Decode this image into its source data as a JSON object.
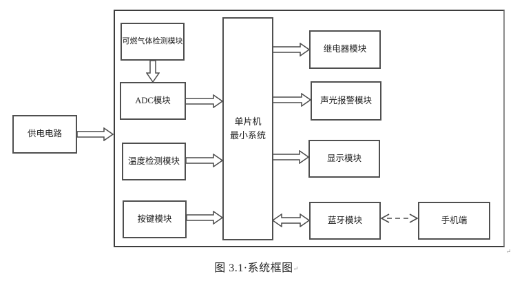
{
  "diagram": {
    "caption": {
      "text": "图 3.1·系统框图",
      "paragraph_mark": "↵"
    },
    "frame_paragraph_mark": "↵",
    "colors": {
      "line": "#4a4a4a",
      "box_border": "#4f4f4f",
      "background": "#ffffff",
      "text": "#1c1c1c"
    },
    "nodes": {
      "power": {
        "label": "供电电路"
      },
      "gas": {
        "label": "可燃气体检测模块"
      },
      "adc": {
        "label": "ADC模块"
      },
      "temp": {
        "label": "温度检测模块"
      },
      "keys": {
        "label": "按键模块"
      },
      "mcu": {
        "line1": "单片机",
        "line2": "最小系统"
      },
      "relay": {
        "label": "继电器模块"
      },
      "alarm": {
        "label": "声光报警模块"
      },
      "display": {
        "label": "显示模块"
      },
      "bluetooth": {
        "label": "蓝牙模块"
      },
      "phone": {
        "label": "手机端"
      }
    },
    "connections": [
      {
        "from": "power",
        "to": "frame",
        "style": "block-arrow",
        "direction": "right"
      },
      {
        "from": "gas",
        "to": "adc",
        "style": "block-arrow",
        "direction": "down"
      },
      {
        "from": "adc",
        "to": "mcu",
        "style": "block-arrow",
        "direction": "right"
      },
      {
        "from": "temp",
        "to": "mcu",
        "style": "block-arrow",
        "direction": "right"
      },
      {
        "from": "keys",
        "to": "mcu",
        "style": "block-arrow",
        "direction": "right"
      },
      {
        "from": "mcu",
        "to": "relay",
        "style": "block-arrow",
        "direction": "right"
      },
      {
        "from": "mcu",
        "to": "alarm",
        "style": "block-arrow",
        "direction": "right"
      },
      {
        "from": "mcu",
        "to": "display",
        "style": "block-arrow",
        "direction": "right"
      },
      {
        "from": "mcu",
        "to": "bluetooth",
        "style": "block-arrow",
        "direction": "both"
      },
      {
        "from": "bluetooth",
        "to": "phone",
        "style": "dashed-arrow",
        "direction": "both"
      }
    ]
  }
}
